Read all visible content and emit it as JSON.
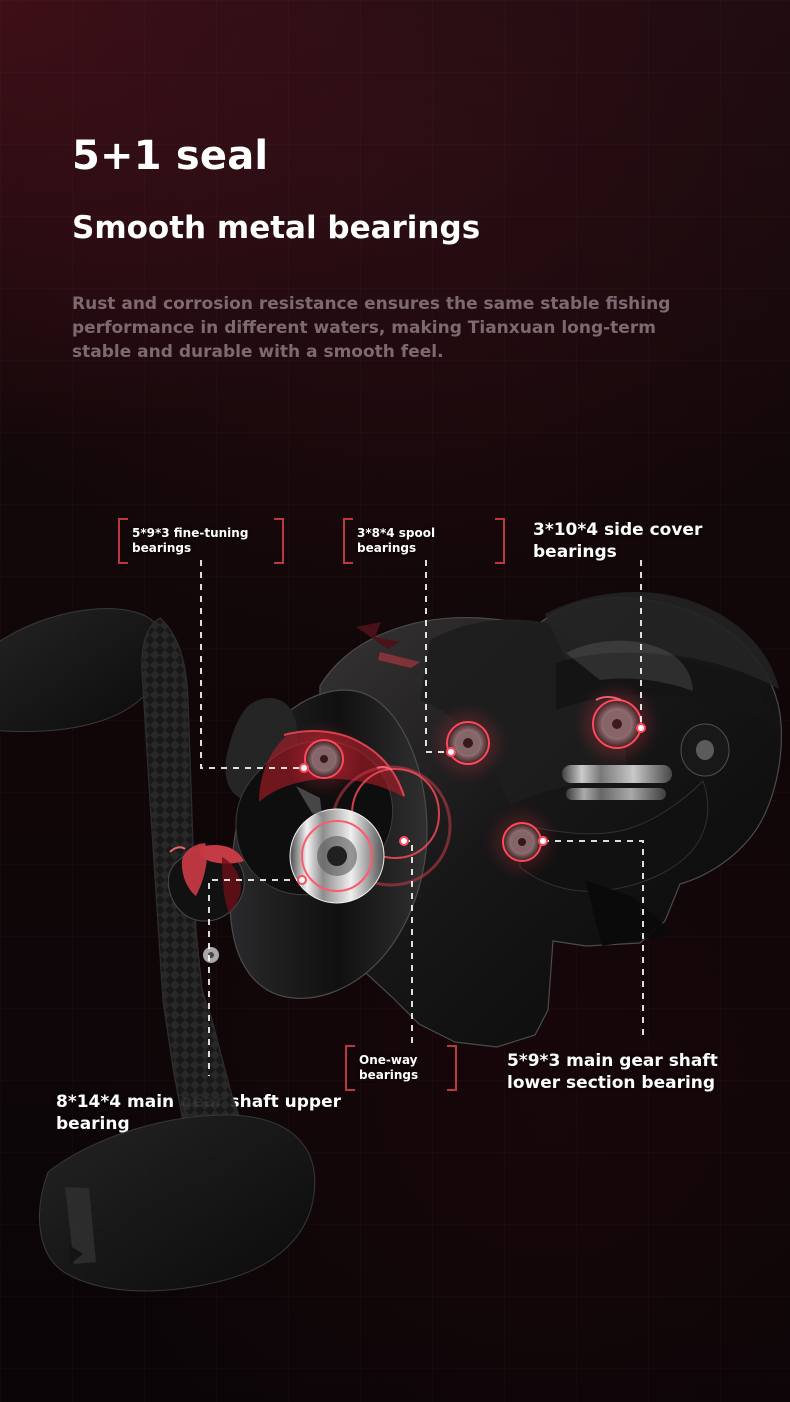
{
  "headline": "5+1 seal",
  "subheadline": "Smooth metal bearings",
  "body_copy": "Rust and corrosion resistance ensures the same stable fishing performance in different waters, making Tianxuan long-term stable and durable with a smooth feel.",
  "labels": {
    "fine_tuning": "5*9*3 fine-tuning bearings",
    "spool": "3*8*4 spool bearings",
    "side_cover": "3*10*4 side cover bearings",
    "one_way": "One-way bearings",
    "upper_bearing": "8*14*4 main gear shaft upper bearing",
    "lower_bearing": "5*9*3 main gear shaft lower section bearing"
  },
  "icons": {
    "reel": "fishing-reel-illustration",
    "bearing": "ball-bearing-icon"
  },
  "colors": {
    "background_top": "#1d0c10",
    "background_bottom": "#0b0507",
    "accent": "#c43a45",
    "copy_muted": "#7d6a70",
    "text": "#ffffff"
  }
}
